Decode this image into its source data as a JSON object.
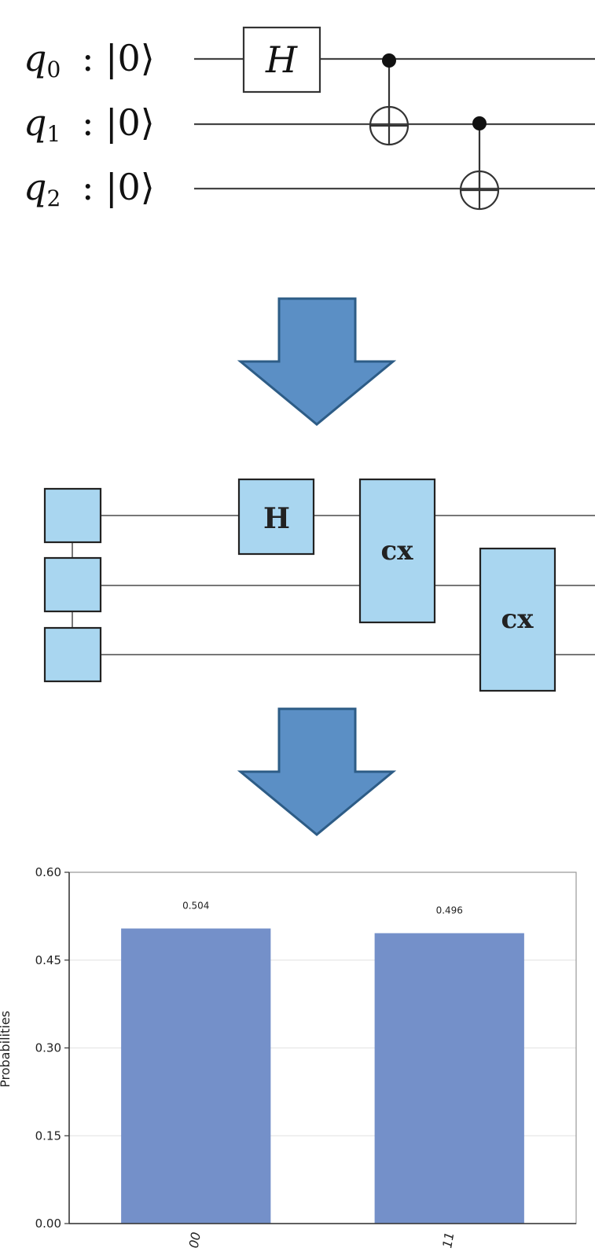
{
  "circuit": {
    "qubits": [
      {
        "name": "q",
        "index": "0",
        "state": "|0⟩"
      },
      {
        "name": "q",
        "index": "1",
        "state": "|0⟩"
      },
      {
        "name": "q",
        "index": "2",
        "state": "|0⟩"
      }
    ],
    "separator": ":",
    "gate_h_label": "H"
  },
  "block_circuit": {
    "h_label": "H",
    "cx1_label": "cx",
    "cx2_label": "cx"
  },
  "colors": {
    "line": "#555555",
    "gate_fill": "#a9d6f0",
    "gate_stroke": "#222222",
    "arrow_fill": "#5b8fc5",
    "arrow_stroke": "#2d5c86",
    "bar_fill": "#7490c9",
    "grid": "#e6e6e6",
    "text": "#222222"
  },
  "chart_data": {
    "type": "bar",
    "categories": [
      "00",
      "11"
    ],
    "values": [
      0.504,
      0.496
    ],
    "data_labels": [
      "0.504",
      "0.496"
    ],
    "ylabel": "Probabilities",
    "ylim": [
      0,
      0.6
    ],
    "yticks": [
      "0.00",
      "0.15",
      "0.30",
      "0.45",
      "0.60"
    ],
    "grid": true
  }
}
